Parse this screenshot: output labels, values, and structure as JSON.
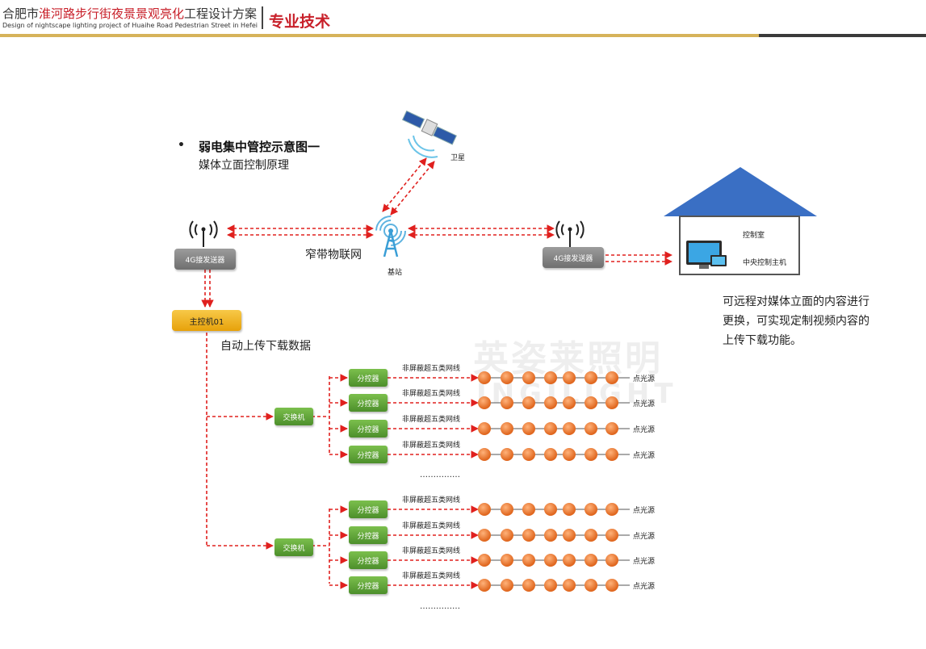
{
  "header": {
    "title_prefix": "合肥市",
    "title_highlight": "淮河路步行街夜景景观亮化",
    "title_suffix": "工程设计方案",
    "subtitle_en": "Design of nightscape lighting project of Huaihe Road Pedestrian Street in Hefei",
    "section": "专业技术"
  },
  "colors": {
    "accent_red": "#c8202a",
    "gold_bar": "#d6b35a",
    "dark_bar": "#3a3a3a",
    "roof": "#3a6fc4",
    "light_dot": "#e8772e",
    "switch_green": "#5a9e36"
  },
  "diagram": {
    "bullet": "•",
    "heading": "弱电集中管控示意图一",
    "subheading": "媒体立面控制原理",
    "satellite_label": "卫星",
    "base_station_label": "基站",
    "network_label": "窄带物联网",
    "transceiver_left": "4G接发送器",
    "transceiver_right": "4G接发送器",
    "control_room_label": "控制室",
    "host_label": "中央控制主机",
    "main_controller": "主控机01",
    "auto_label": "自动上传下载数据",
    "description": "可远程对媒体立面的内容进行更换，可实现定制视频内容的上传下载功能。",
    "switch_label": "交换机",
    "sub_controller_label": "分控器",
    "cable_label": "非屏蔽超五类网线",
    "point_source_label": "点光源",
    "ellipsis": "……………",
    "icons": [
      "wifi-antenna-icon",
      "satellite-icon",
      "base-station-icon",
      "computer-icon",
      "house-roof-icon"
    ]
  },
  "watermark": {
    "cn": "英姿莱照明",
    "en": "INGILIGHT"
  }
}
